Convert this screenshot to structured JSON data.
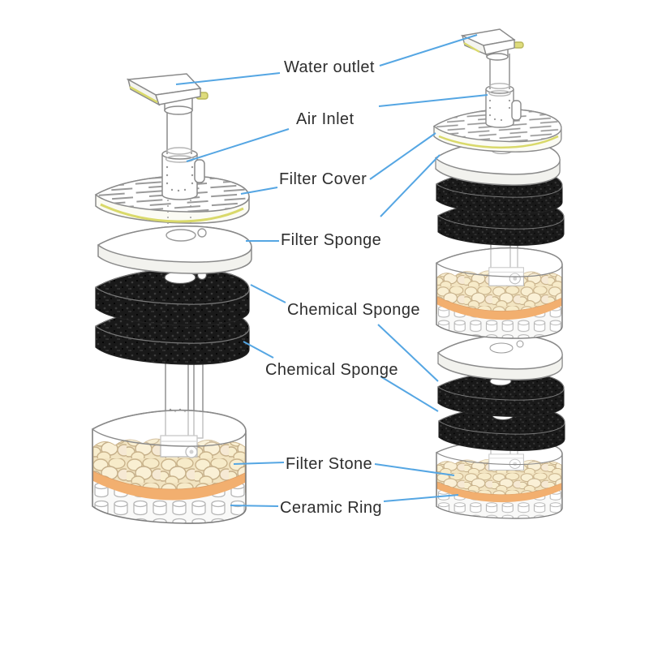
{
  "page": {
    "background": "#ffffff",
    "kind": "aquarium corner filter exploded parts diagram"
  },
  "colors": {
    "leader_line": "#55a6e3",
    "label_text": "#2e2e2e",
    "sponge_black": "#191919",
    "stone_fill": "#f2dfae",
    "stone_stroke": "#ad8a4e",
    "orange_layer": "#ec8423",
    "yellow_accent": "#d9d96a",
    "line_art": "#8a8a8a"
  },
  "labels": [
    {
      "id": "water-outlet",
      "text": "Water outlet"
    },
    {
      "id": "air-inlet",
      "text": "Air Inlet"
    },
    {
      "id": "filter-cover",
      "text": "Filter Cover"
    },
    {
      "id": "filter-sponge",
      "text": "Filter Sponge"
    },
    {
      "id": "chemical-sponge-1",
      "text": "Chemical Sponge"
    },
    {
      "id": "chemical-sponge-2",
      "text": "Chemical Sponge"
    },
    {
      "id": "filter-stone",
      "text": "Filter Stone"
    },
    {
      "id": "ceramic-ring",
      "text": "Ceramic Ring"
    }
  ],
  "diagrams": {
    "left": {
      "name": "single filter unit, fully exploded"
    },
    "right": {
      "name": "double-stacked filter unit, exploded"
    }
  }
}
